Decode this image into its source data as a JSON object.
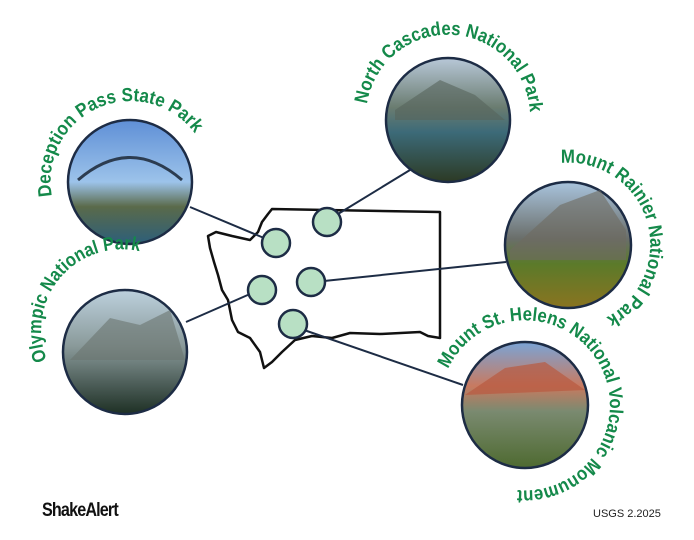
{
  "parks": [
    {
      "name": "Deception Pass State Park"
    },
    {
      "name": "North Cascades National Park"
    },
    {
      "name": "Mount Rainier National Park"
    },
    {
      "name": "Olympic National Park"
    },
    {
      "name": "Mount St. Helens National Volcanic Monument"
    }
  ],
  "footer": {
    "logo": "ShakeAlert",
    "credit": "USGS 2.2025"
  },
  "colors": {
    "label": "#14894a",
    "marker": "#b8e0c4",
    "line": "#1d2c45"
  }
}
